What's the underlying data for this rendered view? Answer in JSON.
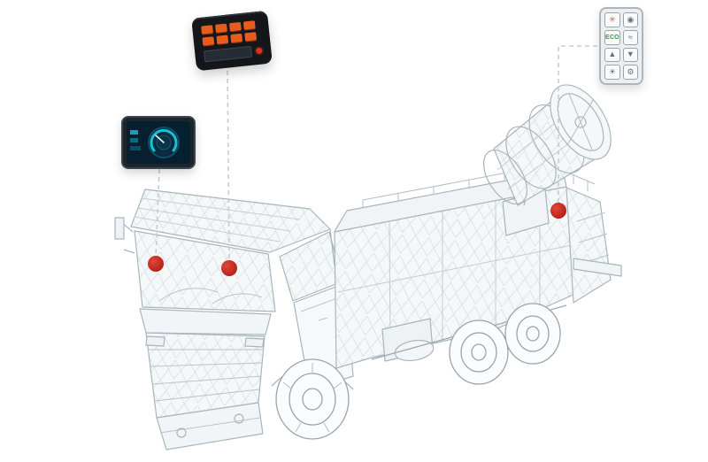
{
  "illustration": {
    "subject": "wireframe fog-cannon truck with connected control components",
    "background_color": "#ffffff",
    "line_color": "#a9b5bd"
  },
  "connectors": {
    "style": "dashed",
    "color": "#c6cdd2"
  },
  "markers": {
    "color": "#c5261e",
    "count": 3
  },
  "devices": {
    "display": {
      "name": "hmi-display",
      "screen_bg": "#06202f",
      "accent": "#1cc0d6"
    },
    "controller": {
      "name": "control-unit",
      "body": "#14161a",
      "key_color": "#e75c1e"
    },
    "keypad": {
      "name": "control-keypad",
      "buttons": [
        {
          "icon": "fan-icon",
          "glyph": "✳"
        },
        {
          "icon": "power-icon",
          "glyph": "◉"
        },
        {
          "icon": "eco-mode",
          "glyph": "ECO"
        },
        {
          "icon": "spray-icon",
          "glyph": "≈"
        },
        {
          "icon": "up-icon",
          "glyph": "▲"
        },
        {
          "icon": "down-icon",
          "glyph": "▼"
        },
        {
          "icon": "light-icon",
          "glyph": "☀"
        },
        {
          "icon": "settings-icon",
          "glyph": "⚙"
        }
      ]
    }
  }
}
